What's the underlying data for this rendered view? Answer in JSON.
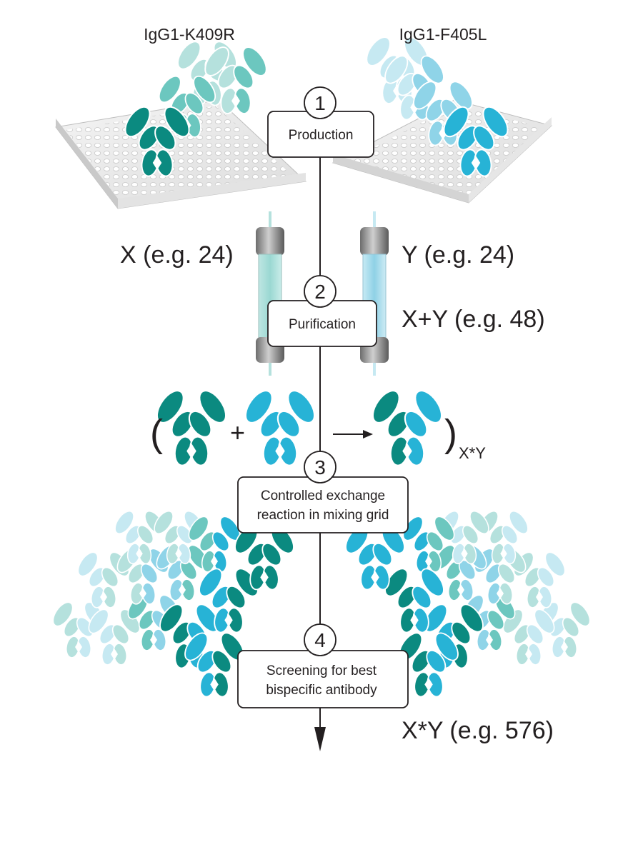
{
  "strains": {
    "left": "IgG1-K409R",
    "right": "IgG1-F405L"
  },
  "steps": [
    {
      "number": "1",
      "line1": "Production",
      "line2": ""
    },
    {
      "number": "2",
      "line1": "Purification",
      "line2": ""
    },
    {
      "number": "3",
      "line1": "Controlled exchange",
      "line2": "reaction in mixing grid"
    },
    {
      "number": "4",
      "line1": "Screening for best",
      "line2": "bispecific antibody"
    }
  ],
  "counts": {
    "x": "X (e.g. 24)",
    "y": "Y (e.g. 24)",
    "x_plus_y": "X+Y (e.g. 48)",
    "x_times_y": "X*Y (e.g. 576)"
  },
  "equation": {
    "open_paren": "(",
    "plus": "+",
    "close_paren": ")",
    "subscript": "X*Y"
  },
  "colors": {
    "teal_dark": "#0b8a80",
    "teal_mid": "#6cc7bf",
    "teal_light": "#b5e1dd",
    "blue_dark": "#27b3d6",
    "blue_mid": "#8fd4e8",
    "blue_light": "#c6e9f2",
    "line": "#231f20"
  }
}
